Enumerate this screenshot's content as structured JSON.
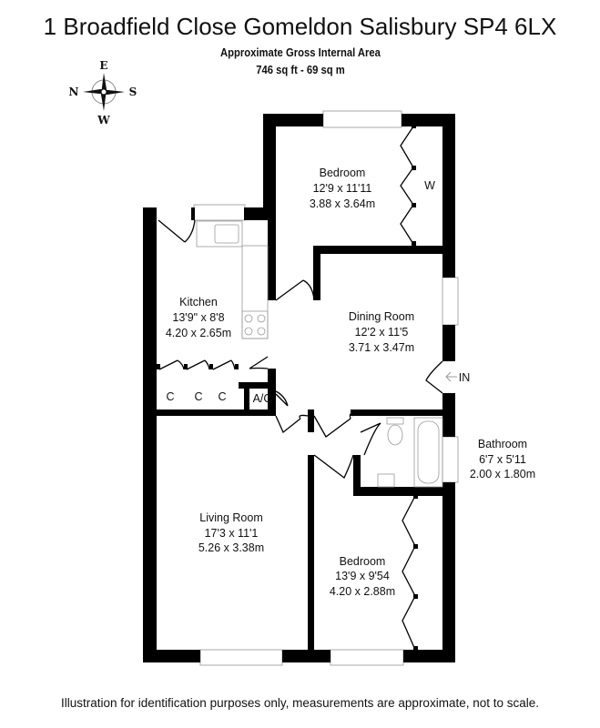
{
  "header": {
    "title": "1 Broadfield Close Gomeldon Salisbury SP4 6LX",
    "area_label": "Approximate Gross Internal Area",
    "area_value": "746 sq ft - 69 sq m"
  },
  "compass": {
    "east": "E",
    "north": "N",
    "south": "S",
    "west": "W"
  },
  "rooms": {
    "bedroom1": {
      "name": "Bedroom",
      "imperial": "12'9 x 11'11",
      "metric": "3.88 x 3.64m"
    },
    "wardrobe": "W",
    "kitchen": {
      "name": "Kitchen",
      "imperial": "13'9\" x 8'8",
      "metric": "4.20 x 2.65m"
    },
    "dining": {
      "name": "Dining Room",
      "imperial": "12'2 x 11'5",
      "metric": "3.71 x 3.47m"
    },
    "cupboards": [
      "C",
      "C",
      "C"
    ],
    "airing_cupboard": "A/C",
    "entrance": "IN",
    "bathroom": {
      "name": "Bathroom",
      "imperial": "6'7 x 5'11",
      "metric": "2.00 x 1.80m"
    },
    "living": {
      "name": "Living Room",
      "imperial": "17'3 x 11'1",
      "metric": "5.26 x 3.38m"
    },
    "bedroom2": {
      "name": "Bedroom",
      "imperial": "13'9 x 9'54",
      "metric": "4.20 x 2.88m"
    }
  },
  "footer": "Illustration for identification purposes only, measurements are approximate, not to scale."
}
